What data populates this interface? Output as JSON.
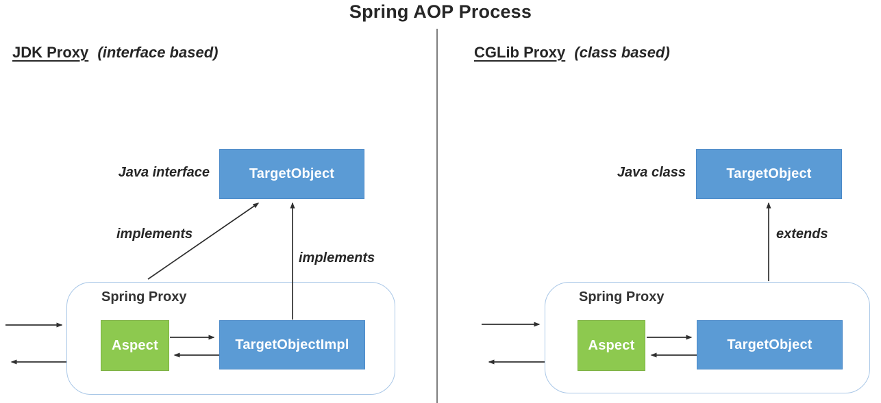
{
  "title": "Spring AOP Process",
  "left": {
    "heading": "JDK Proxy",
    "heading_note": "(interface based)",
    "type_label": "Java interface",
    "target_box": "TargetObject",
    "relation_label_diagonal": "implements",
    "relation_label_vertical": "implements",
    "proxy_label": "Spring Proxy",
    "aspect_box": "Aspect",
    "impl_box": "TargetObjectImpl"
  },
  "right": {
    "heading": "CGLib Proxy",
    "heading_note": "(class based)",
    "type_label": "Java class",
    "target_box": "TargetObject",
    "relation_label_vertical": "extends",
    "proxy_label": "Spring Proxy",
    "aspect_box": "Aspect",
    "impl_box": "TargetObject"
  },
  "colors": {
    "box_blue": "#5B9BD5",
    "box_green": "#8DC94F",
    "container_border": "#A9C7E7",
    "line": "#2f2f2f",
    "divider": "#7f7f7f",
    "text": "#262626"
  }
}
